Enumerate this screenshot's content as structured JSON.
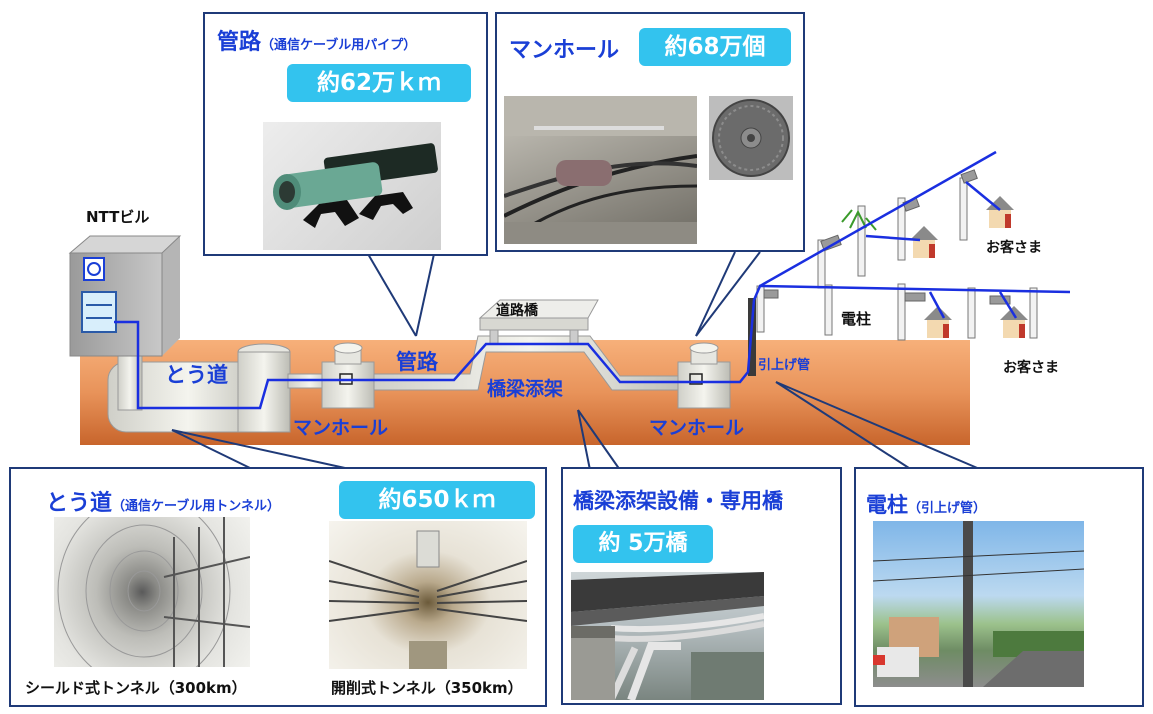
{
  "scene": {
    "ntt_building": "NTTビル",
    "tunnel_label": "とう道",
    "conduit_label": "管路",
    "manhole_left": "マンホール",
    "manhole_right": "マンホール",
    "road_bridge": "道路橋",
    "bridge_attach": "橋梁添架",
    "riser_pipe": "引上げ管",
    "utility_pole": "電柱",
    "customer_top": "お客さま",
    "customer_bottom": "お客さま"
  },
  "boxes": {
    "conduit": {
      "title": "管路",
      "subtitle": "（通信ケーブル用パイプ）",
      "stat": "約62万ｋｍ"
    },
    "manhole": {
      "title": "マンホール",
      "stat": "約68万個"
    },
    "tunnel": {
      "title": "とう道",
      "subtitle": "（通信ケーブル用トンネル）",
      "stat": "約650ｋｍ",
      "caption_shield": "シールド式トンネル（300km）",
      "caption_cut": "開削式トンネル（350km）"
    },
    "bridge": {
      "title": "橋梁添架設備・専用橋",
      "stat": "約 5万橋"
    },
    "pole": {
      "title": "電柱",
      "subtitle": "（引上げ管）"
    }
  },
  "colors": {
    "accent": "#1a3fd6",
    "pill": "#33c3ee",
    "ground": "#e8935a",
    "frame": "#1f3a78"
  }
}
